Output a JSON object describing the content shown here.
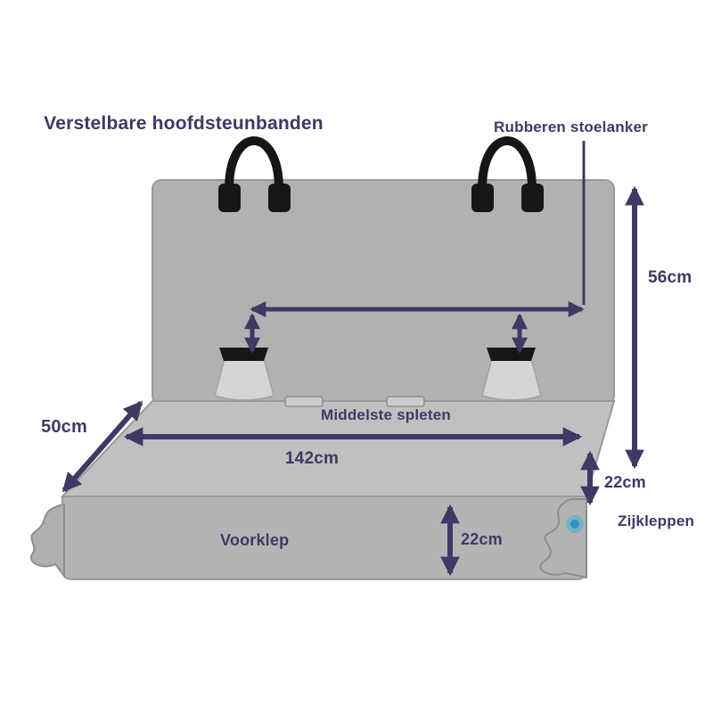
{
  "diagram": {
    "labels": {
      "headrest_straps": "Verstelbare hoofdsteunbanden",
      "rubber_anchor": "Rubberen stoelanker",
      "middle_slits": "Middelste spleten",
      "front_flap": "Voorklep",
      "side_flaps": "Zijkleppen"
    },
    "measurements": {
      "backrest_height": "56cm",
      "seat_width": "142cm",
      "seat_depth": "50cm",
      "side_flap_height": "22cm",
      "front_flap_height": "22cm"
    },
    "colors": {
      "accent": "#3e3965",
      "fabric": "#b5b4b4",
      "fabric_light": "#c1c0c0",
      "strap_black": "#161616",
      "dot_teal": "#43b0d6"
    }
  }
}
